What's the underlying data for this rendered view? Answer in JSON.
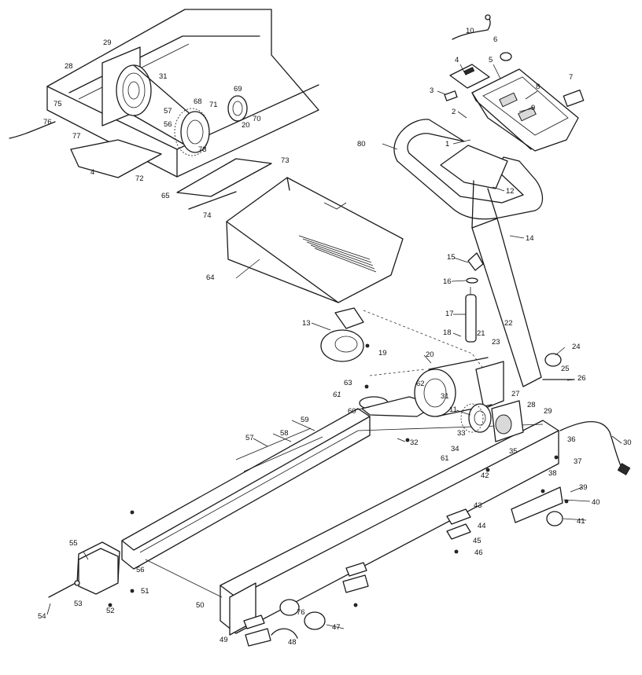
{
  "parts": [
    {
      "label": "1"
    },
    {
      "label": "2"
    },
    {
      "label": "3"
    },
    {
      "label": "4"
    },
    {
      "label": "5"
    },
    {
      "label": "6"
    },
    {
      "label": "7"
    },
    {
      "label": "8"
    },
    {
      "label": "9"
    },
    {
      "label": "10"
    },
    {
      "label": "11"
    },
    {
      "label": "12"
    },
    {
      "label": "13"
    },
    {
      "label": "14"
    },
    {
      "label": "15"
    },
    {
      "label": "16"
    },
    {
      "label": "17"
    },
    {
      "label": "18"
    },
    {
      "label": "19"
    },
    {
      "label": "20"
    },
    {
      "label": "21"
    },
    {
      "label": "22"
    },
    {
      "label": "23"
    },
    {
      "label": "24"
    },
    {
      "label": "25"
    },
    {
      "label": "26"
    },
    {
      "label": "27"
    },
    {
      "label": "28"
    },
    {
      "label": "29"
    },
    {
      "label": "30"
    },
    {
      "label": "31"
    },
    {
      "label": "32"
    },
    {
      "label": "33"
    },
    {
      "label": "34"
    },
    {
      "label": "35"
    },
    {
      "label": "36"
    },
    {
      "label": "37"
    },
    {
      "label": "38"
    },
    {
      "label": "39"
    },
    {
      "label": "40"
    },
    {
      "label": "41"
    },
    {
      "label": "42"
    },
    {
      "label": "43"
    },
    {
      "label": "44"
    },
    {
      "label": "45"
    },
    {
      "label": "46"
    },
    {
      "label": "47"
    },
    {
      "label": "48"
    },
    {
      "label": "49"
    },
    {
      "label": "50"
    },
    {
      "label": "51"
    },
    {
      "label": "52"
    },
    {
      "label": "53"
    },
    {
      "label": "54"
    },
    {
      "label": "55"
    },
    {
      "label": "56"
    },
    {
      "label": "57"
    },
    {
      "label": "58"
    },
    {
      "label": "59"
    },
    {
      "label": "60"
    },
    {
      "label": "61"
    },
    {
      "label": "62"
    },
    {
      "label": "63"
    },
    {
      "label": "64"
    },
    {
      "label": "76"
    },
    {
      "label": "80"
    },
    {
      "label": "61"
    }
  ],
  "inset_parts": [
    {
      "label": "28"
    },
    {
      "label": "29"
    },
    {
      "label": "31"
    },
    {
      "label": "69"
    },
    {
      "label": "68"
    },
    {
      "label": "71"
    },
    {
      "label": "70"
    },
    {
      "label": "20"
    },
    {
      "label": "57"
    },
    {
      "label": "56"
    },
    {
      "label": "75"
    },
    {
      "label": "76"
    },
    {
      "label": "77"
    },
    {
      "label": "73"
    },
    {
      "label": "65"
    },
    {
      "label": "74"
    },
    {
      "label": "72"
    },
    {
      "label": "4"
    },
    {
      "label": "73"
    }
  ],
  "colors": {
    "line": "#1a1a1a",
    "paper": "#ffffff"
  }
}
